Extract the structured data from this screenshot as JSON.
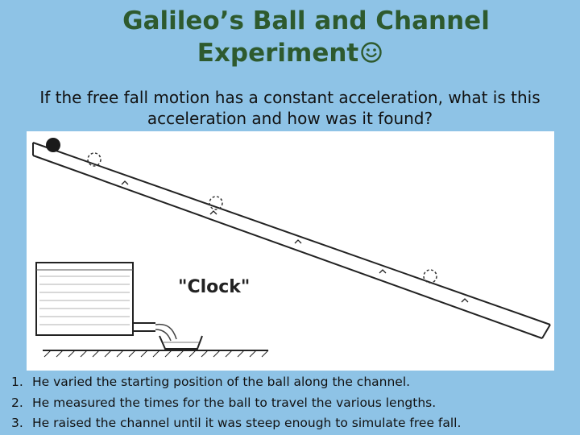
{
  "slide": {
    "title_line1": "Galileo’s Ball and Channel",
    "title_line2": "Experiment",
    "title_icon": "smiley-face-icon",
    "question": "If the free fall motion has a constant acceleration, what is this acceleration and how was it found?",
    "figure": {
      "clock_label": "\"Clock\""
    },
    "steps": [
      {
        "num": "1.",
        "text": "He varied the starting position of the ball along the channel."
      },
      {
        "num": "2.",
        "text": "He measured the times for the ball to travel the various lengths."
      },
      {
        "num": "3.",
        "text": "He raised the channel until it was steep enough to simulate free fall."
      }
    ]
  },
  "colors": {
    "background": "#8ec3e6",
    "title": "#2e5a2e",
    "text": "#111111"
  }
}
